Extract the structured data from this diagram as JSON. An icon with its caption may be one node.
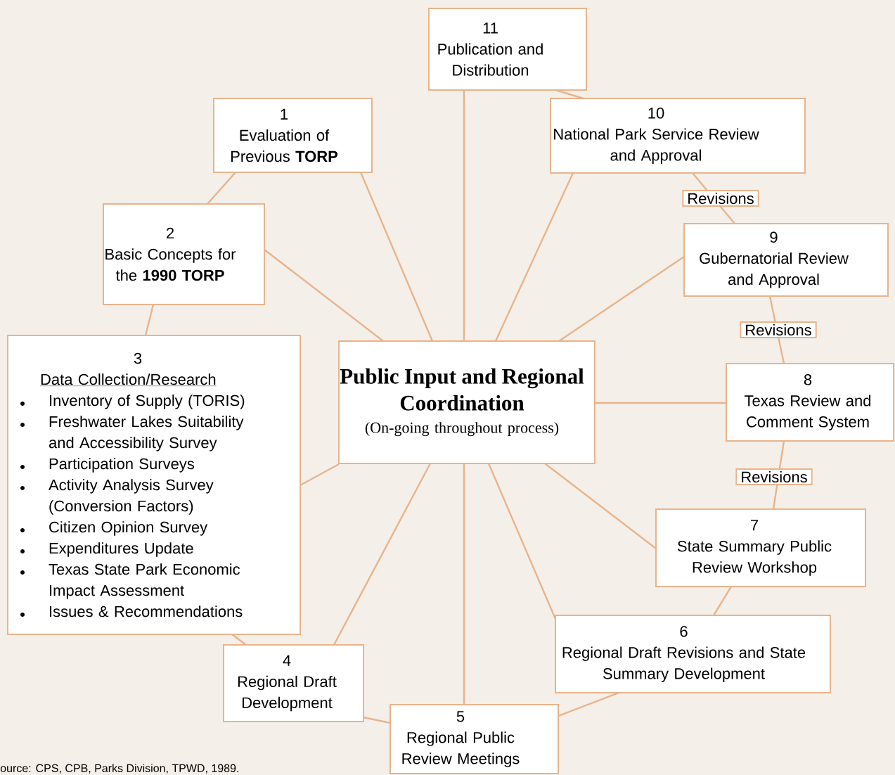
{
  "diagram": {
    "nodes": [
      {
        "text": [
          "Public Input and Regional Coordination",
          "(On-going throughout process)"
        ]
      },
      {
        "text": [
          "1",
          "Evaluation of Previous **TORP**"
        ]
      },
      {
        "text": [
          "2",
          "Basic Concepts for the **1990 TORP**"
        ]
      },
      {
        "text": [
          "3",
          "Data Collection/Research",
          "Inventory of Supply (TORIS)",
          "Freshwater Lakes Suitability and Accessibility Survey",
          "Participation Surveys",
          "Activity Analysis Survey (Conversion Factors)",
          "Citizen Opinion Survey",
          "Expenditures Update",
          "Texas State Park Economic Impact Assessment",
          "Issues & Recommendations"
        ]
      },
      {
        "text": [
          "4",
          "Regional Draft Development"
        ]
      },
      {
        "text": [
          "5",
          "Regional Public Review Meetings"
        ]
      },
      {
        "text": [
          "6",
          "Regional Draft Revisions and State Summary Development"
        ]
      },
      {
        "text": [
          "7",
          "State Summary Public Review Workshop"
        ]
      },
      {
        "text": [
          "8",
          "Texas Review and Comment System"
        ]
      },
      {
        "text": [
          "9",
          "Gubernatorial Review and Approval"
        ]
      },
      {
        "text": [
          "10",
          "National Park Service Review and Approval"
        ]
      },
      {
        "text": [
          "11",
          "Publication and Distribution"
        ]
      }
    ],
    "edges": [
      {
        "from": 0,
        "to": 1,
        "arrow": "none"
      },
      {
        "from": 0,
        "to": 2,
        "arrow": "none"
      },
      {
        "from": 0,
        "to": 3,
        "arrow": "none"
      },
      {
        "from": 0,
        "to": 4,
        "arrow": "none"
      },
      {
        "from": 0,
        "to": 5,
        "arrow": "none"
      },
      {
        "from": 0,
        "to": 6,
        "arrow": "none"
      },
      {
        "from": 0,
        "to": 7,
        "arrow": "none"
      },
      {
        "from": 0,
        "to": 8,
        "arrow": "none"
      },
      {
        "from": 0,
        "to": 9,
        "arrow": "none"
      },
      {
        "from": 0,
        "to": 10,
        "arrow": "none"
      },
      {
        "from": 0,
        "to": 11,
        "arrow": "none"
      },
      {
        "from": 1,
        "to": 2,
        "arrow": "none"
      },
      {
        "from": 2,
        "to": 3,
        "arrow": "none"
      },
      {
        "from": 3,
        "to": 4,
        "arrow": "none"
      },
      {
        "from": 4,
        "to": 5,
        "arrow": "none"
      },
      {
        "from": 5,
        "to": 6,
        "arrow": "none"
      },
      {
        "from": 6,
        "to": 7,
        "arrow": "none"
      },
      {
        "from": 7,
        "to": 8,
        "arrow": "none",
        "label": "Revisions"
      },
      {
        "from": 8,
        "to": 9,
        "arrow": "none",
        "label": "Revisions"
      },
      {
        "from": 9,
        "to": 10,
        "arrow": "none",
        "label": "Revisions"
      },
      {
        "from": 10,
        "to": 11,
        "arrow": "none"
      }
    ],
    "labels": [
      "ource:  CPS, CPB, Parks Division, TPWD, 1989."
    ]
  }
}
